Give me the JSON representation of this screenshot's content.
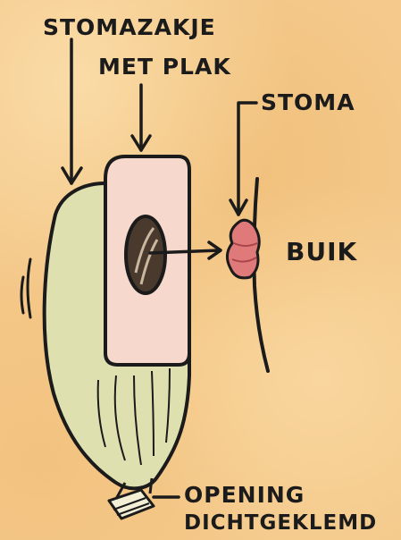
{
  "labels": {
    "stomazakje": "STOMAZAKJE",
    "met_plak": "MET PLAK",
    "stoma": "STOMA",
    "buik": "BUIK",
    "opening": "OPENING",
    "dichtgeklemd": "DICHTGEKLEMD"
  },
  "colors": {
    "background": "#f4c98b",
    "pouch": "#dfe0b0",
    "flange": "#f7d8cc",
    "stoma": "#e07a7a",
    "ink": "#1b1b1b"
  }
}
